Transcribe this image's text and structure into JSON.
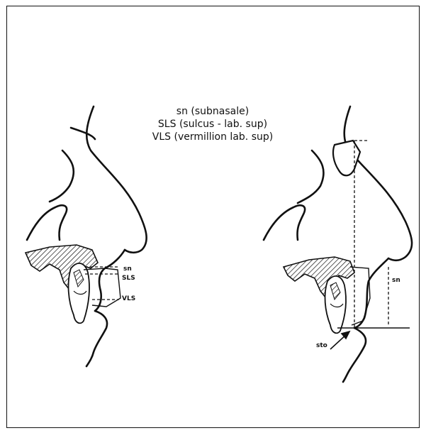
{
  "legend": {
    "line1": "sn (subnasale)",
    "line2": "SLS (sulcus - lab. sup)",
    "line3": "VLS (vermillion lab. sup)"
  },
  "left_figure": {
    "label_sn": "sn",
    "label_sls": "SLS",
    "label_vls": "VLS"
  },
  "right_figure": {
    "label_sn": "sn",
    "label_sto": "sto"
  },
  "colors": {
    "line": "#111111",
    "background": "#ffffff"
  }
}
